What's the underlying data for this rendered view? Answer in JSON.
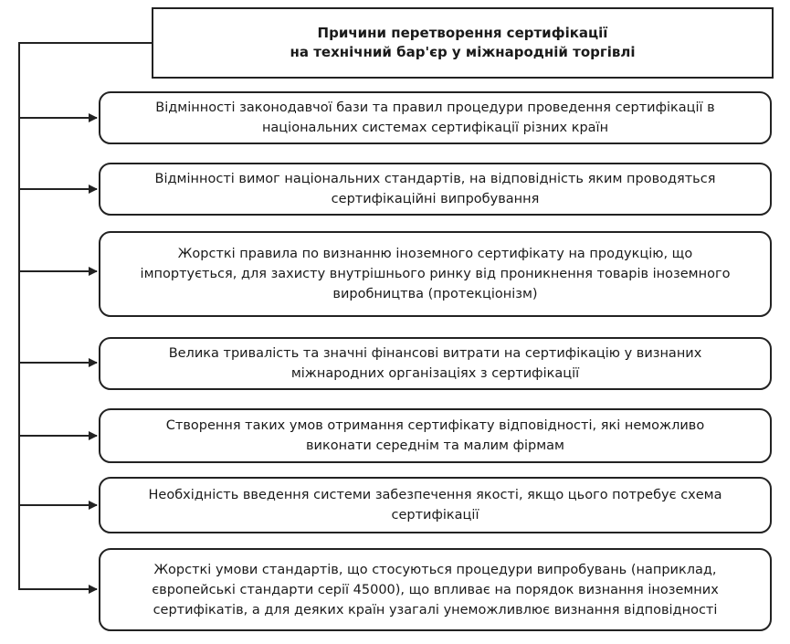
{
  "root": {
    "title": "Причини перетворення сертифікації\nна технічний бар'єр у міжнародній торгівлі"
  },
  "causes": [
    {
      "text": "Відмінності законодавчої бази та правил процедури проведення сертифікації в\nнаціональних системах сертифікації різних країн"
    },
    {
      "text": "Відмінності вимог національних стандартів, на відповідність яким проводяться\nсертифікаційні випробування"
    },
    {
      "text": "Жорсткі правила по визнанню іноземного сертифікату на продукцію, що\nімпортується, для захисту внутрішнього ринку від проникнення товарів іноземного\nвиробництва (протекціонізм)"
    },
    {
      "text": "Велика тривалість та значні фінансові витрати на сертифікацію у визнаних\nміжнародних організаціях з сертифікації"
    },
    {
      "text": "Створення таких умов отримання сертифікату відповідності, які неможливо\nвиконати середнім та малим фірмам"
    },
    {
      "text": "Необхідність введення системи забезпечення якості, якщо цього потребує схема\nсертифікації"
    },
    {
      "text": "Жорсткі умови стандартів, що стосуються процедури випробувань (наприклад,\nєвропейські стандарти серії 45000), що впливає на порядок визнання іноземних\nсертифікатів, а для деяких країн узагалі унеможливлює визнання відповідності"
    }
  ],
  "colors": {
    "stroke": "#222222",
    "text": "#1a1a1a",
    "background": "#ffffff"
  }
}
